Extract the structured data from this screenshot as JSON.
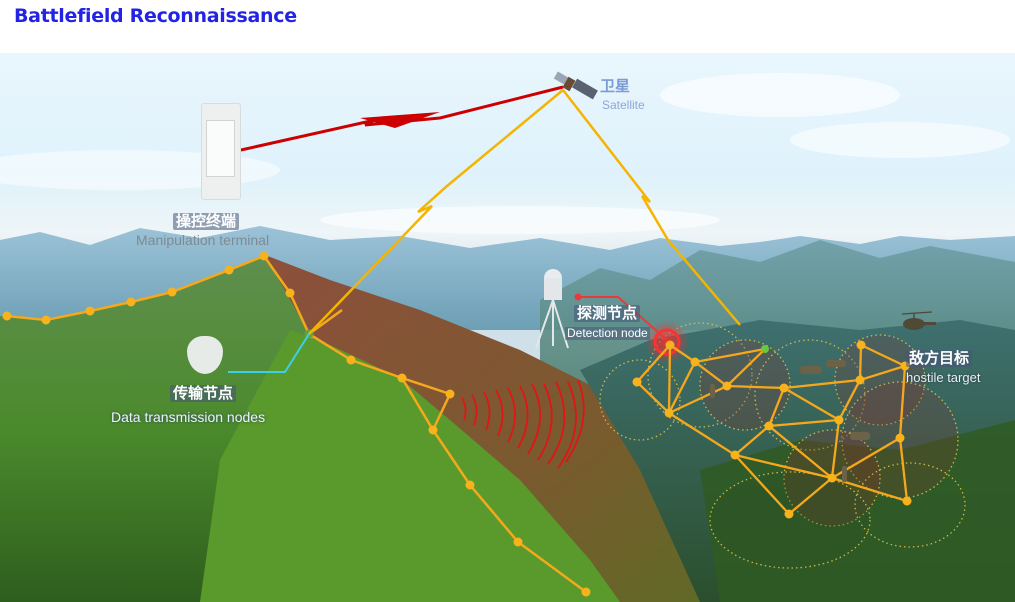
{
  "header": {
    "title": "Battlefield Reconnaissance",
    "title_color": "#2323e6"
  },
  "diagram": {
    "nodes": {
      "satellite": {
        "label_cn": "卫星",
        "label_en": "Satellite",
        "icon": "satellite-icon"
      },
      "terminal": {
        "label_cn": "操控终端",
        "label_en": "Manipulation terminal",
        "icon": "handheld-terminal-icon"
      },
      "transmission": {
        "label_cn": "传输节点",
        "label_en": "Data transmission nodes",
        "icon": "transmission-node-icon"
      },
      "detection": {
        "label_cn": "探测节点",
        "label_en": "Detection node",
        "icon": "radar-tripod-icon"
      },
      "hostile": {
        "label_cn": "敌方目标",
        "label_en": "hostile target",
        "icon": "helicopter-icon"
      }
    },
    "links": [
      {
        "from": "terminal",
        "to": "satellite",
        "color": "#cc0000",
        "style": "lightning"
      },
      {
        "from": "transmission",
        "to": "satellite",
        "color": "#f5b400",
        "style": "lightning"
      },
      {
        "from": "satellite",
        "to": "sensor-network",
        "color": "#f5b400",
        "style": "lightning"
      },
      {
        "from": "transmission",
        "to": "ridge-relay",
        "color": "#39d0e8",
        "style": "line"
      },
      {
        "from": "detection",
        "to": "sensor-network",
        "color": "#e83a3a",
        "style": "line"
      }
    ],
    "colors": {
      "mesh_line": "#f5a81c",
      "mesh_node": "#f7b21c",
      "signal_waves": "#e01515",
      "coverage_circle": "#e8c84a"
    }
  }
}
